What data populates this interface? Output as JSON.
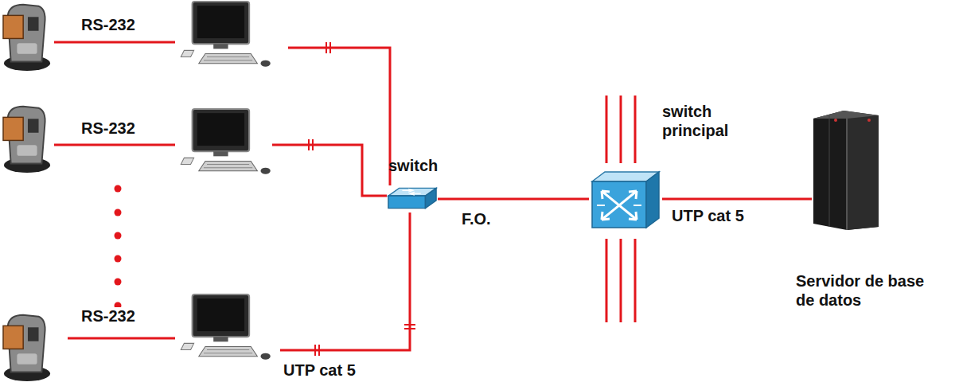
{
  "diagram": {
    "nodes": [
      {
        "text": [
          "switch"
        ]
      },
      {
        "text": [
          "switch principal"
        ]
      },
      {
        "text": [
          "Servidor de base de datos"
        ]
      }
    ],
    "edges": [
      {
        "from": 0,
        "to": 1,
        "arrow": "none",
        "label": "F.O."
      },
      {
        "from": 1,
        "to": 2,
        "arrow": "none",
        "label": "UTP cat 5"
      }
    ],
    "labels": [
      "RS-232",
      "RS-232",
      "RS-232",
      "UTP cat 5"
    ]
  }
}
